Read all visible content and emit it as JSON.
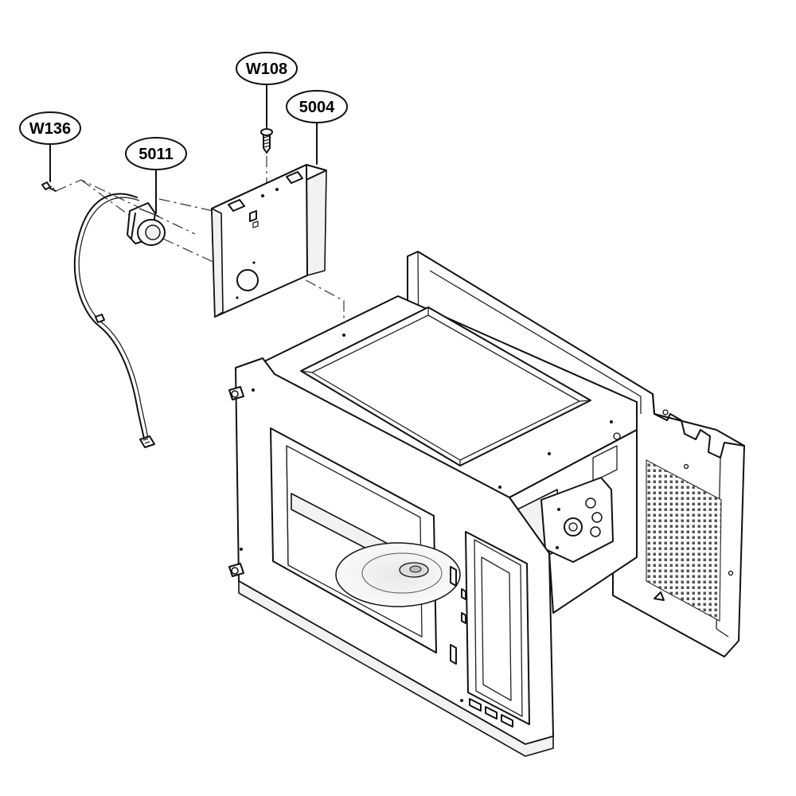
{
  "callouts": [
    {
      "id": "w136",
      "label": "W136"
    },
    {
      "id": "p5011",
      "label": "5011"
    },
    {
      "id": "w108",
      "label": "W108"
    },
    {
      "id": "p5004",
      "label": "5004"
    }
  ]
}
